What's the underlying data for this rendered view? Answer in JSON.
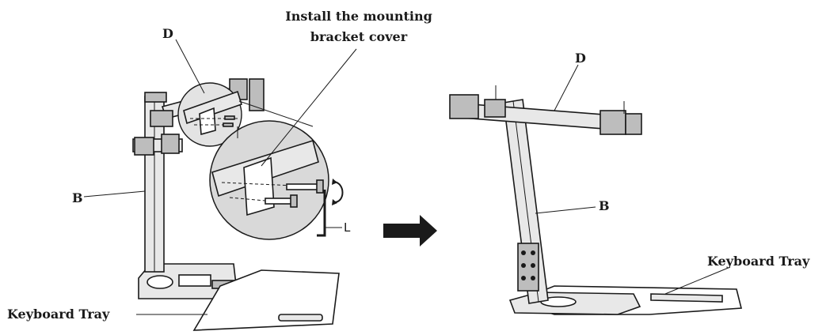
{
  "labels": {
    "left_d": "D",
    "left_b": "B",
    "left_tray": "Keyboard Tray",
    "callout_line1": "Install the mounting",
    "callout_line2": "bracket cover",
    "tool_l": "L",
    "right_d": "D",
    "right_b": "B",
    "right_tray": "Keyboard Tray"
  },
  "icons": {
    "arrow": "arrow-right-icon",
    "rotate": "rotate-icon"
  },
  "colors": {
    "line": "#1a1a1a",
    "fill_light": "#e8e8e8",
    "fill_mid": "#bdbdbd",
    "zoom_bg": "#d9d9d9"
  }
}
